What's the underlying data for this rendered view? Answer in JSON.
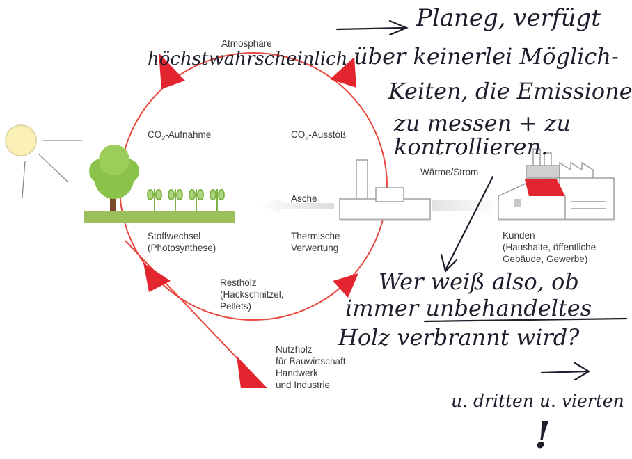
{
  "labels": {
    "atmosphere": "Atmosphäre",
    "co2_uptake_prefix": "CO",
    "co2_uptake_sub": "2",
    "co2_uptake_suffix": "-Aufnahme",
    "co2_emission_prefix": "CO",
    "co2_emission_sub": "2",
    "co2_emission_suffix": "-Ausstoß",
    "heat_power": "Wärme/Strom",
    "ash": "Asche",
    "metabolism": "Stoffwechsel\n(Photosynthese)",
    "thermal": "Thermische\nVerwertung",
    "customers": "Kunden\n(Haushalte, öffentliche\nGebäude, Gewerbe)",
    "residual_wood": "Restholz\n(Hackschnitzel,\nPellets)",
    "timber": "Nutzholz\nfür Bauwirtschaft,\nHandwerk\nund Industrie"
  },
  "handwriting": {
    "line1": "Planeg, verfügt",
    "line2a": "höchstwahrscheinlich",
    "line2b": "über keinerlei Möglich-",
    "line3": "Keiten, die Emissionen",
    "line4": "zu messen + zu",
    "line5": "kontrollieren.",
    "line6": "Wer weiß also, ob",
    "line7_prefix": "immer",
    "line7_underlined": "unbehandeltes",
    "line8": "Holz verbrannt wird?",
    "line9": "u. dritten u. vierten",
    "exclamation": "!"
  },
  "colors": {
    "cycle_arrow": "#e8493f",
    "arrowhead": "#e2252e",
    "tree": "#8bc34a",
    "ground": "#9bbf5a",
    "roof": "#e2252e",
    "sun": "#fbf0b5",
    "ink": "#1d1d2b"
  },
  "icons": [
    "sun-icon",
    "tree-icon",
    "crop-icon",
    "power-plant-icon",
    "factory-icon",
    "house-icon"
  ]
}
